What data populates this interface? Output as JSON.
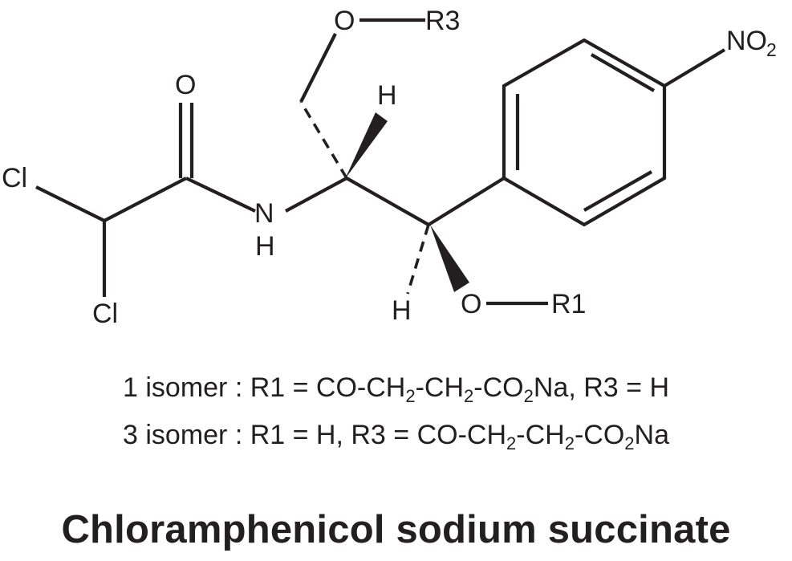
{
  "structure": {
    "atoms": {
      "o_top": "O",
      "r3": "R3",
      "o_carbonyl": "O",
      "h_top": "H",
      "no2_main": "NO",
      "no2_sub": "2",
      "cl_top": "Cl",
      "cl_bottom": "Cl",
      "n": "N",
      "nh_h": "H",
      "h_bottom": "H",
      "o_bottom": "O",
      "r1": "R1"
    }
  },
  "isomers": [
    {
      "prefix": "1 isomer : R1 = CO-CH",
      "s1": "2",
      "mid1": "-CH",
      "s2": "2",
      "mid2": "-CO",
      "s3": "2",
      "suffix": "Na, R3 = H"
    },
    {
      "prefix": "3 isomer : R1 = H, R3 = CO-CH",
      "s1": "2",
      "mid1": "-CH",
      "s2": "2",
      "mid2": "-CO",
      "s3": "2",
      "suffix": "Na"
    }
  ],
  "title": "Chloramphenicol sodium succinate"
}
